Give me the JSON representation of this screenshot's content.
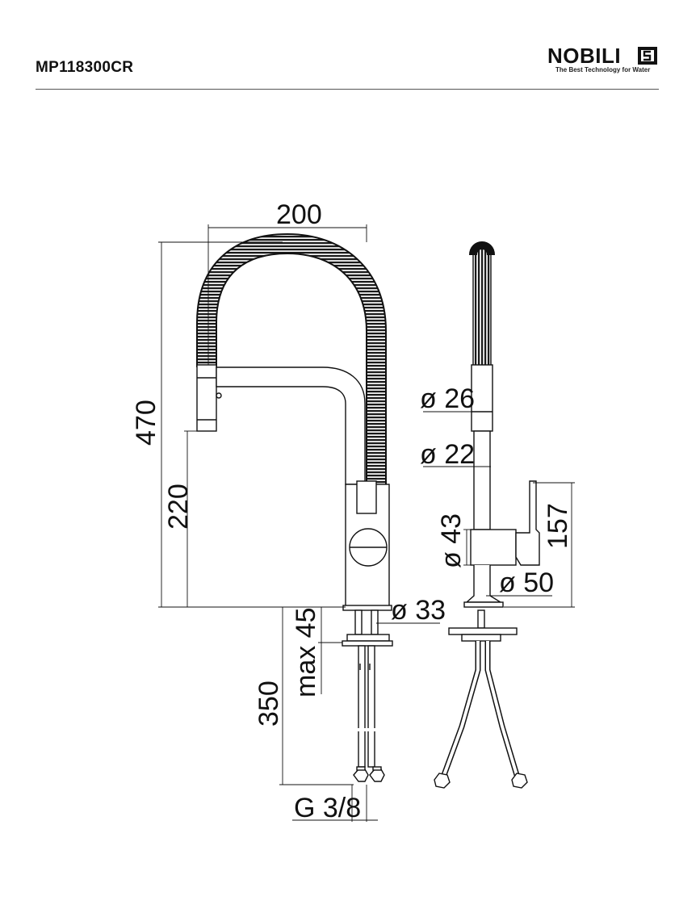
{
  "header": {
    "product_code": "MP118300CR",
    "logo_word": "NOBILI",
    "logo_tagline": "The Best Technology for Water"
  },
  "icons": {
    "logo": "nobili-logo-icon"
  },
  "dimensions": {
    "width": "200",
    "height": "470",
    "spout_height": "220",
    "hose_diameter": "ø 26",
    "body_diameter": "ø 22",
    "lever_diameter": "ø 43",
    "base_diameter": "ø 50",
    "hole_diameter": "ø 33",
    "lever_height": "157",
    "deck_thickness": "max 45",
    "hose_length": "350",
    "thread": "G 3/8"
  }
}
